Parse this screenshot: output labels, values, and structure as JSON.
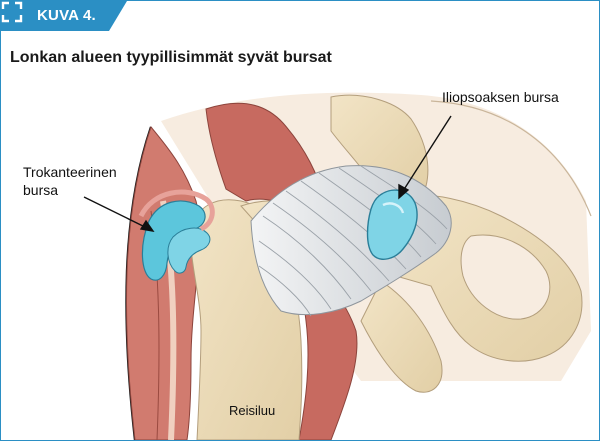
{
  "header": {
    "tag": "KUVA 4.",
    "title": "Lonkan alueen tyypillisimmät syvät bursat"
  },
  "labels": {
    "iliopsoas": "Iliopsoaksen bursa",
    "trochanteric_line1": "Trokanteerinen",
    "trochanteric_line2": "bursa",
    "femur": "Reisiluu"
  },
  "icons": [
    "frame-corners-icon"
  ],
  "colors": {
    "accent": "#2b8fc4",
    "bursa": "#5cc6dc",
    "muscle": "#c76a60",
    "bone": "#ecdcbc",
    "ligament": "#d9dde0"
  }
}
